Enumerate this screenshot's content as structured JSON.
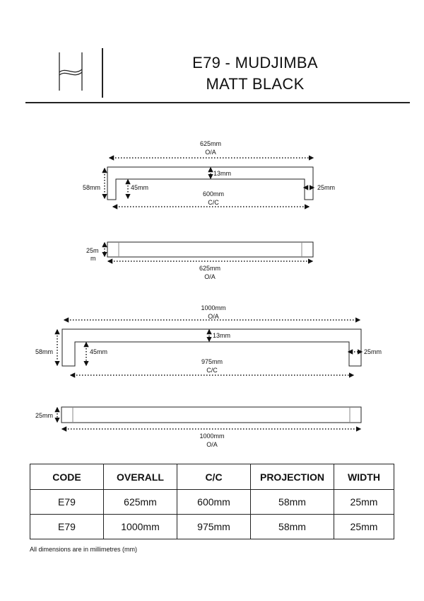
{
  "header": {
    "title_line1": "E79 - MUDJIMBA",
    "title_line2": "MATT BLACK",
    "logo_icon": "h-monogram-logo"
  },
  "drawings": {
    "small_front": {
      "overall": "625mm",
      "overall_sub": "O/A",
      "bar_thickness": "13mm",
      "leg_inner": "45mm",
      "projection": "58mm",
      "width": "25mm",
      "cc": "600mm",
      "cc_sub": "C/C"
    },
    "small_top": {
      "width_line1": "25m",
      "width_line2": "m",
      "overall": "625mm",
      "overall_sub": "O/A"
    },
    "large_front": {
      "overall": "1000mm",
      "overall_sub": "O/A",
      "bar_thickness": "13mm",
      "leg_inner": "45mm",
      "projection": "58mm",
      "width": "25mm",
      "cc": "975mm",
      "cc_sub": "C/C"
    },
    "large_top": {
      "width": "25mm",
      "overall": "1000mm",
      "overall_sub": "O/A"
    }
  },
  "table": {
    "headers": [
      "CODE",
      "OVERALL",
      "C/C",
      "PROJECTION",
      "WIDTH"
    ],
    "rows": [
      [
        "E79",
        "625mm",
        "600mm",
        "58mm",
        "25mm"
      ],
      [
        "E79",
        "1000mm",
        "975mm",
        "58mm",
        "25mm"
      ]
    ]
  },
  "note": "All dimensions are in millimetres (mm)"
}
